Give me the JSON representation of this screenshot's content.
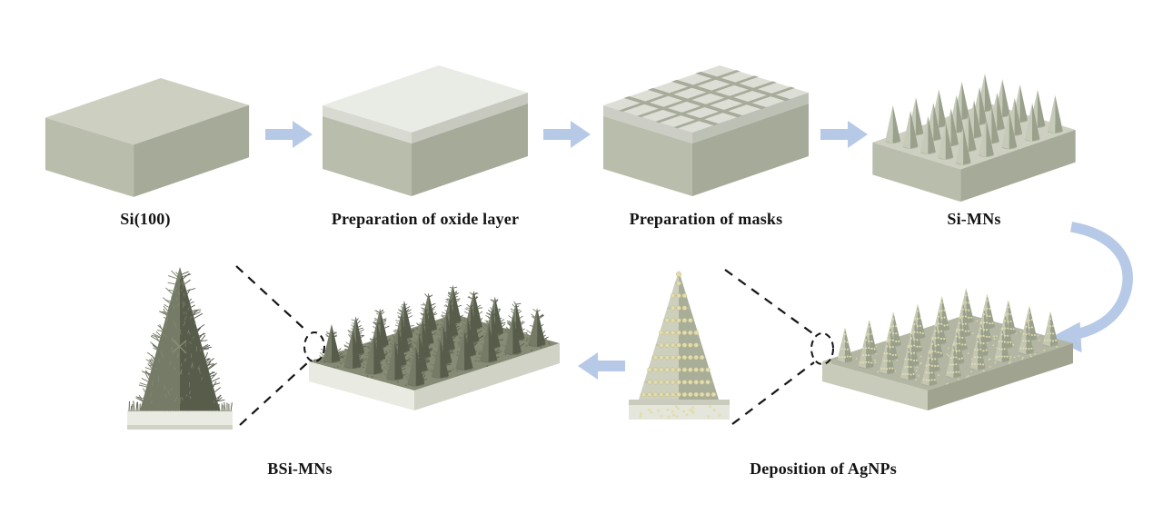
{
  "figure": {
    "labels": {
      "step1": "Si(100)",
      "step2": "Preparation of oxide layer",
      "step3": "Preparation of masks",
      "step4": "Si-MNs",
      "step5": "Deposition of AgNPs",
      "step6": "BSi-MNs"
    }
  },
  "colors": {
    "background": "#ffffff",
    "text": "#141414",
    "arrow_blue": "#b6c9e7",
    "dash": "#141414",
    "si_top": "#cdd0c1",
    "si_front": "#b9bdab",
    "si_side": "#a6aa99",
    "oxide_top": "#e9ebe5",
    "oxide_front": "#d8dad2",
    "oxide_side": "#c7c9bf",
    "mask_top": "#dddfd7",
    "mask_front": "#cccec6",
    "mask_side": "#bdc0b5",
    "mask_groove": "#a7ab9a",
    "cone_light": "#c6cab8",
    "cone_dark": "#9aa08c",
    "agnp_slab_top": "#b2b6a3",
    "agnp_slab_front": "#c8cbba",
    "agnp_slab_side": "#9fa390",
    "agnp_cone_light": "#c3c7b3",
    "agnp_cone_dark": "#9aa08b",
    "agnp_dot": "#e3ddad",
    "agnp_dot_edge": "#c2b987",
    "bsi_slab_top": "#868b75",
    "bsi_slab_front": "#e9ebe2",
    "bsi_slab_side": "#cfd2c5",
    "bsi_speckle": "#5e6350",
    "bsi_cone_light": "#767b67",
    "bsi_cone_dark": "#575c4b",
    "bsi_texture": "#8b9078",
    "bsi_grass": "#5f644f",
    "zoom_base_top": "#c9ccbc",
    "zoom_base_front": "#e4e6db",
    "zoom_left": "#ccd0bd",
    "zoom_right": "#a9ae99",
    "zoom_ridge": "#b7bba7"
  }
}
